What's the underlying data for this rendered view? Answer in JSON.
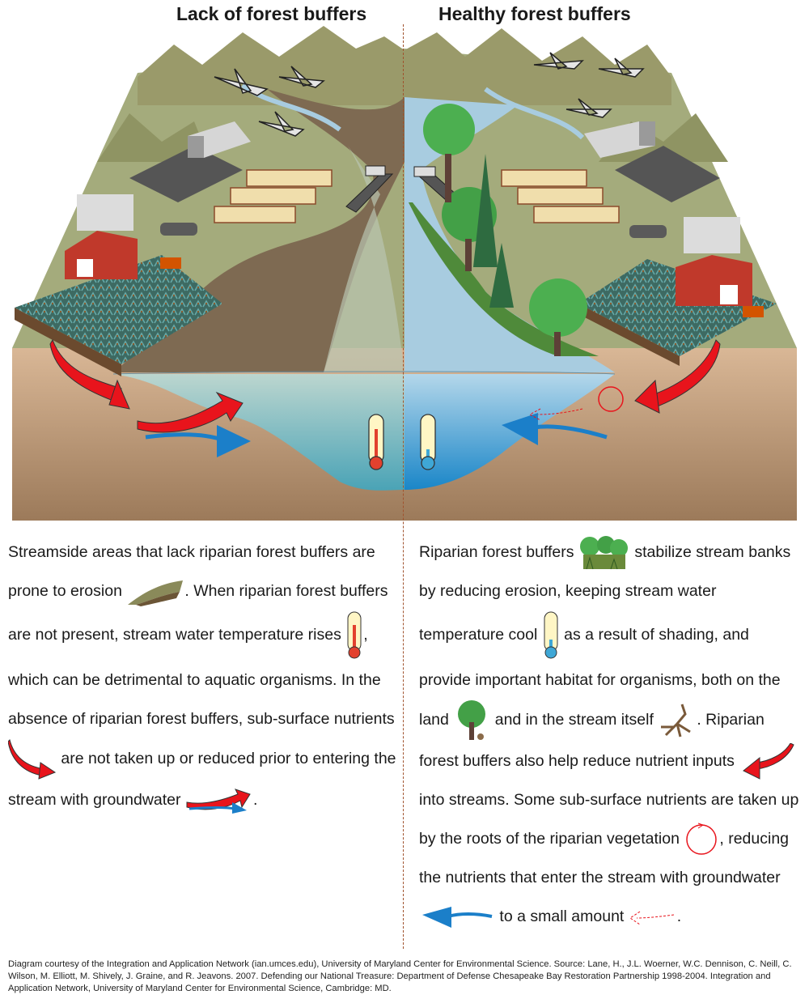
{
  "headings": {
    "left": "Lack of forest buffers",
    "right": "Healthy forest buffers"
  },
  "left_text": {
    "s1": "Streamside areas that lack riparian forest buffers are prone to erosion",
    "s2": ". When riparian forest buffers are not present, stream water temperature rises",
    "s3": ", which can be detrimental to aquatic organisms. In the absence of riparian forest buffers, sub-surface nutrients",
    "s4": "are not taken up or reduced prior to entering the stream with groundwater",
    "s5": "."
  },
  "right_text": {
    "s1": "Riparian forest buffers",
    "s2": "stabilize stream banks by reducing erosion, keeping stream water temperature cool",
    "s3": "as a result of shading, and provide important habitat for organisms, both on the land",
    "s4": "and in the stream itself",
    "s5": ". Riparian forest buffers also help reduce nutrient inputs",
    "s6": "into streams. Some sub-surface nutrients are taken up by the roots of the riparian vegetation",
    "s7": ", reducing the nutrients that enter the stream with groundwater",
    "s8": "to a small amount",
    "s9": "."
  },
  "credit": "Diagram courtesy of the Integration and Application Network (ian.umces.edu), University of Maryland Center for Environmental Science. Source: Lane, H., J.L. Woerner, W.C. Dennison, C. Neill, C. Wilson, M. Elliott, M. Shively, J. Graine, and R. Jeavons. 2007. Defending our National Treasure: Department of Defense Chesapeake Bay Restoration Partnership 1998-2004. Integration and Application Network, University of Maryland Center for Environmental Science, Cambridge: MD.",
  "colors": {
    "mountain": "#9a9a6a",
    "land": "#a4ab7c",
    "soil": "#c9a483",
    "muddy_stream": "#7e6a52",
    "clear_stream": "#a8cce0",
    "groundwater": "#8cc2c4",
    "nutrient_arrow": "#e8141c",
    "groundwater_arrow": "#1b7fc9",
    "thermometer_warm": "#e2412e",
    "thermometer_cool": "#3fa7d6",
    "divider": "#a0522d"
  }
}
